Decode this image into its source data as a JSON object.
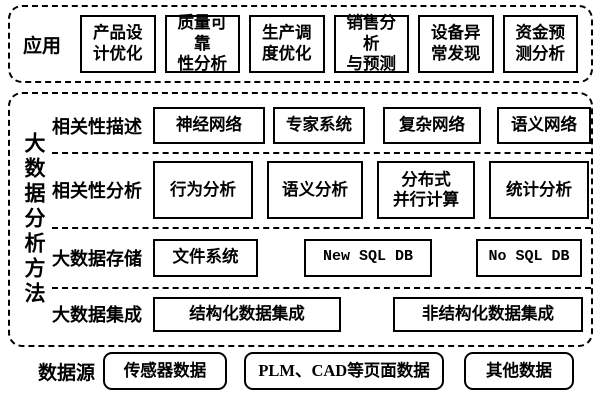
{
  "colors": {
    "border": "#000000",
    "background": "#ffffff",
    "text": "#000000"
  },
  "app": {
    "label": "应用",
    "boxes": [
      "产品设\n计优化",
      "质量可靠\n性分析",
      "生产调\n度优化",
      "销售分析\n与预测",
      "设备异\n常发现",
      "资金预\n测分析"
    ]
  },
  "methods": {
    "side_label": "大数据分析方法",
    "rows": [
      {
        "label": "相关性描述",
        "boxes": [
          "神经网络",
          "专家系统",
          "复杂网络",
          "语义网络"
        ]
      },
      {
        "label": "相关性分析",
        "boxes": [
          "行为分析",
          "语义分析",
          "分布式\n并行计算",
          "统计分析"
        ]
      },
      {
        "label": "大数据存储",
        "boxes": [
          "文件系统",
          "New SQL DB",
          "No SQL DB"
        ]
      },
      {
        "label": "大数据集成",
        "boxes": [
          "结构化数据集成",
          "非结构化数据集成"
        ]
      }
    ]
  },
  "source": {
    "label": "数据源",
    "boxes": [
      "传感器数据",
      "PLM、CAD等页面数据",
      "其他数据"
    ]
  }
}
